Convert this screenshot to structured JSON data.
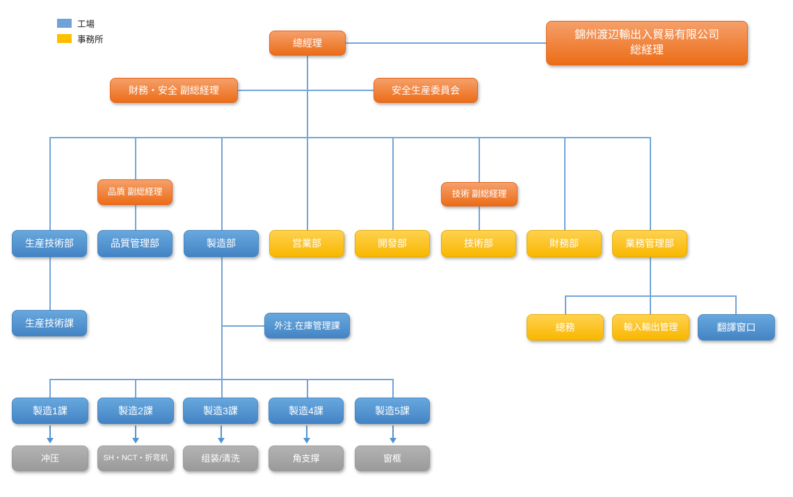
{
  "legend": {
    "items": [
      {
        "label": "工場",
        "color": "#6fa3d8",
        "meaning": "factory-blue"
      },
      {
        "label": "事務所",
        "color": "#ffc000",
        "meaning": "office-yellow"
      }
    ]
  },
  "colors": {
    "management_orange": "#ec6c17",
    "factory_blue": "#4e8fce",
    "office_yellow": "#ffc000",
    "process_gray": "#a6a6a6",
    "connector_blue": "#72a4d8",
    "arrow_blue": "#4f93d4"
  },
  "nodes": [
    {
      "label": "總經理",
      "type": "management"
    },
    {
      "label": "錦州渡辺輸出入貿易有限公司",
      "label2": "総経理",
      "type": "management"
    },
    {
      "label": "財務・安全 副総経理",
      "type": "management"
    },
    {
      "label": "安全生産委員会",
      "type": "management"
    },
    {
      "label": "品貭 副総経理",
      "type": "management"
    },
    {
      "label": "技術 副総経理",
      "type": "management"
    },
    {
      "label": "生産技術部",
      "type": "factory"
    },
    {
      "label": "品質管理部",
      "type": "factory"
    },
    {
      "label": "製造部",
      "type": "factory"
    },
    {
      "label": "営業部",
      "type": "office"
    },
    {
      "label": "開發部",
      "type": "office"
    },
    {
      "label": "技術部",
      "type": "office"
    },
    {
      "label": "財務部",
      "type": "office"
    },
    {
      "label": "業務管理部",
      "type": "office"
    },
    {
      "label": "生産技術課",
      "type": "factory"
    },
    {
      "label": "外注.在庫管理課",
      "type": "factory"
    },
    {
      "label": "總務",
      "type": "office"
    },
    {
      "label": "輸入輸出管理",
      "type": "office"
    },
    {
      "label": "翻譯窗口",
      "type": "factory"
    },
    {
      "label": "製造1課",
      "type": "factory"
    },
    {
      "label": "製造2課",
      "type": "factory"
    },
    {
      "label": "製造3課",
      "type": "factory"
    },
    {
      "label": "製造4課",
      "type": "factory"
    },
    {
      "label": "製造5課",
      "type": "factory"
    },
    {
      "label": "冲压",
      "type": "process"
    },
    {
      "label": "SH・NCT・折弯机",
      "type": "process"
    },
    {
      "label": "组装/清洗",
      "type": "process"
    },
    {
      "label": "角支撑",
      "type": "process"
    },
    {
      "label": "窗框",
      "type": "process"
    }
  ]
}
